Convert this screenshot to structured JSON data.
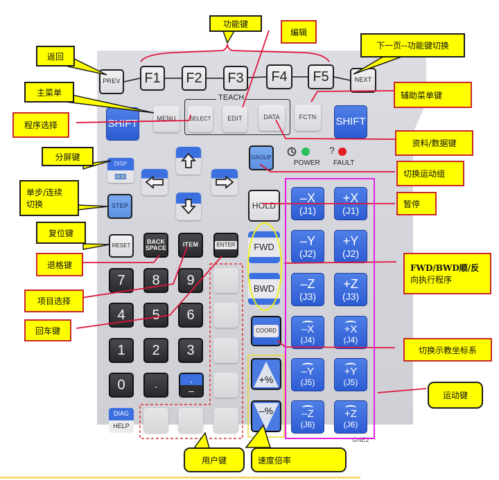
{
  "pendant": {
    "function_row": {
      "prev": "PREV",
      "f_keys": [
        "F1",
        "F2",
        "F3",
        "F4",
        "F5"
      ],
      "next": "NEXT"
    },
    "menu_row": {
      "shift_left": "SHIFT",
      "menu": "MENU",
      "teach_group_label": "TEACH",
      "select": "SELECT",
      "edit": "EDIT",
      "data": "DATA",
      "fctn": "FCTN",
      "shift_right": "SHIFT"
    },
    "nav": {
      "disp": "DISP",
      "step": "STEP",
      "group": "GROUP",
      "arrows": [
        "up-arrow",
        "left-arrow",
        "right-arrow",
        "down-arrow"
      ]
    },
    "status": {
      "power_label": "POWER",
      "fault_label": "FAULT",
      "power_color": "#2bbf5a",
      "fault_color": "#e41e26",
      "power_icon": "power-icon",
      "fault_icon": "question-icon"
    },
    "edit_row": {
      "reset": "RESET",
      "backspace_line1": "BACK",
      "backspace_line2": "SPACE",
      "item": "ITEM",
      "enter": "ENTER"
    },
    "numpad": {
      "rows": [
        [
          "7",
          "8",
          "9"
        ],
        [
          "4",
          "5",
          "6"
        ],
        [
          "1",
          "2",
          "3"
        ],
        [
          "0",
          "."
        ]
      ],
      "comma": ",",
      "minus": "–"
    },
    "diag_help": {
      "diag": "DIAG",
      "help": "HELP"
    },
    "motion_control": {
      "hold": "HOLD",
      "fwd": "FWD",
      "bwd": "BWD",
      "coord": "COORD",
      "speed_up": "+%",
      "speed_down": "–%"
    },
    "jog_keys": [
      {
        "axis": "–X",
        "joint": "(J1)",
        "rot": false
      },
      {
        "axis": "+X",
        "joint": "(J1)",
        "rot": false
      },
      {
        "axis": "–Y",
        "joint": "(J2)",
        "rot": false
      },
      {
        "axis": "+Y",
        "joint": "(J2)",
        "rot": false
      },
      {
        "axis": "–Z",
        "joint": "(J3)",
        "rot": false
      },
      {
        "axis": "+Z",
        "joint": "(J3)",
        "rot": false
      },
      {
        "axis": "–X",
        "joint": "(J4)",
        "rot": true
      },
      {
        "axis": "+X",
        "joint": "(J4)",
        "rot": true
      },
      {
        "axis": "–Y",
        "joint": "(J5)",
        "rot": true
      },
      {
        "axis": "+Y",
        "joint": "(J5)",
        "rot": true
      },
      {
        "axis": "–Z",
        "joint": "(J6)",
        "rot": true
      },
      {
        "axis": "+Z",
        "joint": "(J6)",
        "rot": true
      }
    ],
    "model_mark": "GNE2"
  },
  "callouts": {
    "function_keys": "功能键",
    "edit": "编辑",
    "next_page": "下一页--功能键切换",
    "back": "返回",
    "main_menu": "主菜单",
    "aux_menu": "辅助菜单键",
    "program_select": "程序选择",
    "data_key": "资料/数据键",
    "split_screen": "分屏键",
    "switch_group": "切换运动组",
    "step_line1": "单步/连续",
    "step_line2": "切换",
    "pause": "暂停",
    "reset": "复位键",
    "backspace": "退格键",
    "fwd_bwd_line1": "FWD/BWD顺/反",
    "fwd_bwd_line2": "向执行程序",
    "item_select": "项目选择",
    "enter": "回车键",
    "coord_switch": "切换示教坐标系",
    "motion_keys": "运动键",
    "user_keys": "用户键",
    "speed_override": "速度倍率"
  },
  "colors": {
    "callout_fill": "#ffff00",
    "callout_border_red": "#c8262a",
    "leader_line": "#e0153a",
    "jog_box": "#e020e0",
    "user_key_box": "#e03030",
    "fwd_bwd_ellipse": "#f0f020",
    "key_blue": "#2c5cd3"
  }
}
